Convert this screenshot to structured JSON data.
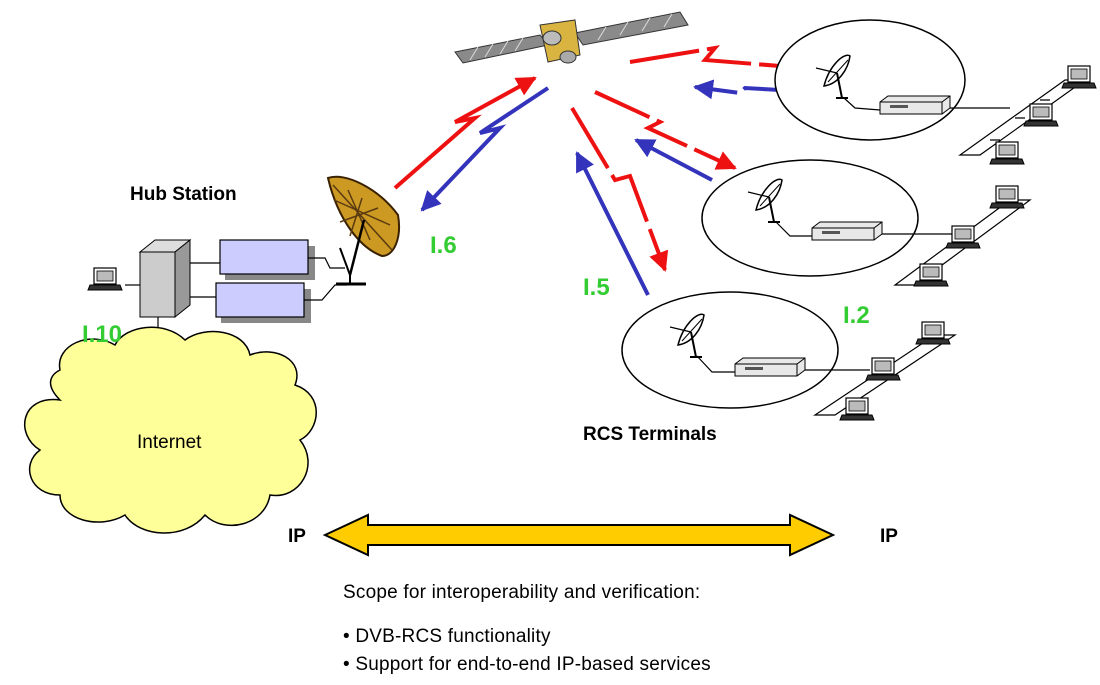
{
  "labels": {
    "hub_station": "Hub Station",
    "rcs_terminals": "RCS Terminals",
    "internet": "Internet",
    "ip_left": "IP",
    "ip_right": "IP"
  },
  "interfaces": {
    "i6": "I.6",
    "i5": "I.5",
    "i2": "I.2",
    "i10": "I.10"
  },
  "scope": {
    "title": "Scope for interoperability and verification:",
    "bullets": [
      "• DVB-RCS functionality",
      "• Support for end-to-end IP-based services"
    ]
  },
  "colors": {
    "forward_link": "#ee1111",
    "return_link": "#3333bb",
    "interface_label": "#33cc33",
    "cloud_fill": "#ffff99",
    "router_fill": "#ccccff",
    "ip_arrow": "#ffcc00"
  }
}
